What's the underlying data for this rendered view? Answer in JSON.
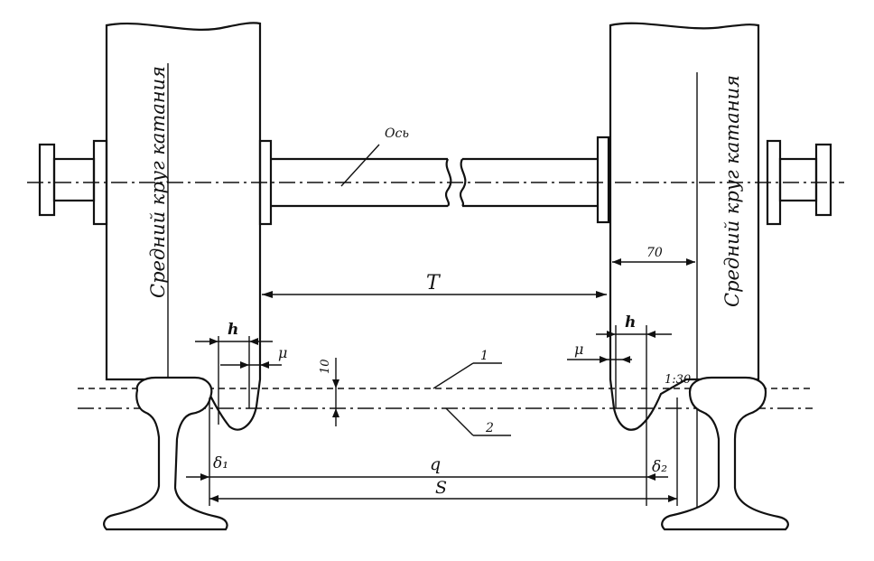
{
  "labels": {
    "rolling_circle_left": "Средний круг катания",
    "rolling_circle_right": "Средний круг катания",
    "axle": "Ось",
    "T": "T",
    "dim_70": "70",
    "h_left": "h",
    "h_right": "h",
    "mu_left": "μ",
    "mu_right": "μ",
    "dim_10": "10",
    "line_1": "1",
    "line_2": "2",
    "slope": "1:30",
    "delta_1": "δ₁",
    "delta_2": "δ₂",
    "q": "q",
    "S": "S"
  }
}
